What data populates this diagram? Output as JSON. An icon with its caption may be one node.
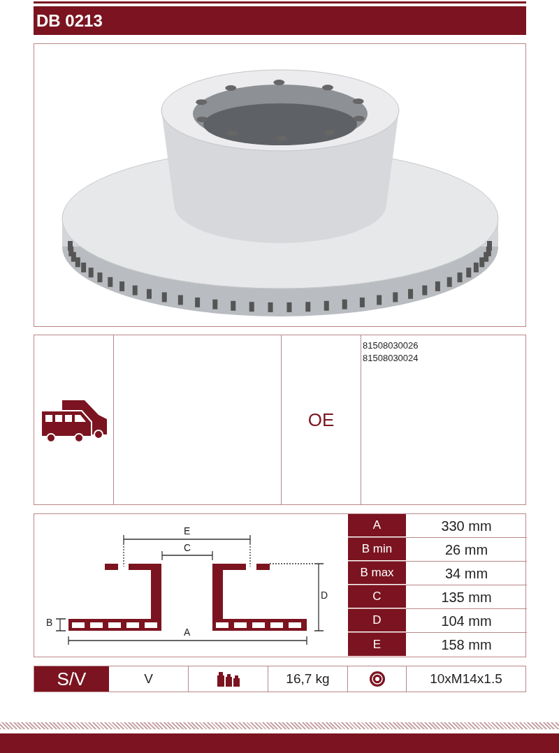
{
  "diagram": {
    "title": "DB 0213",
    "labels": [
      "OE",
      "81508030026",
      "81508030024",
      "E",
      "C",
      "D",
      "B",
      "A",
      "A",
      "330 mm",
      "B min",
      "26 mm",
      "B max",
      "34 mm",
      "C",
      "135 mm",
      "D",
      "104 mm",
      "E",
      "158 mm",
      "S/V",
      "V",
      "16,7 kg",
      "10xM14x1.5"
    ]
  }
}
